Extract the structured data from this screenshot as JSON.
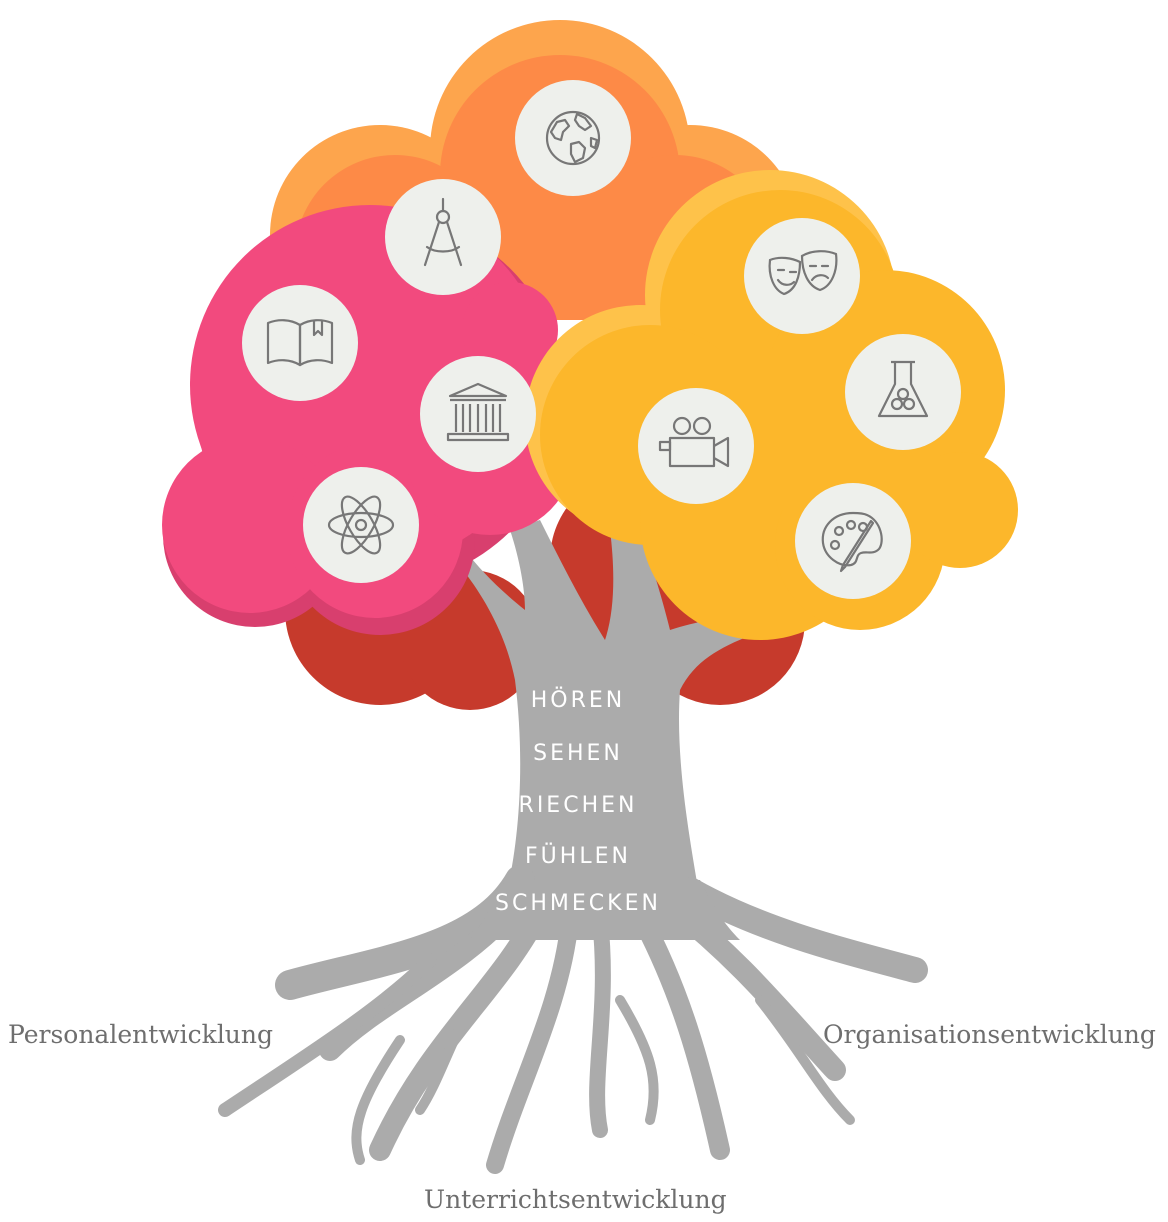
{
  "trunk_words": [
    "HÖREN",
    "SEHEN",
    "RIECHEN",
    "FÜHLEN",
    "SCHMECKEN"
  ],
  "roots": {
    "left_label": "Personalentwicklung",
    "right_label": "Organisationsentwicklung",
    "bottom_label": "Unterrichtsentwicklung"
  },
  "icons": [
    "globe-icon",
    "compass-icon",
    "book-icon",
    "museum-icon",
    "atom-icon",
    "theater-masks-icon",
    "lab-flask-icon",
    "video-camera-icon",
    "paint-palette-icon"
  ],
  "colors": {
    "pink": "#f24a7e",
    "orange": "#fd8a47",
    "light_orange": "#fda54d",
    "yellow": "#fcb72b",
    "red": "#c63a2c",
    "trunk_gray": "#ababab",
    "icon_bg": "#eef0ec",
    "icon_stroke": "#777777"
  }
}
